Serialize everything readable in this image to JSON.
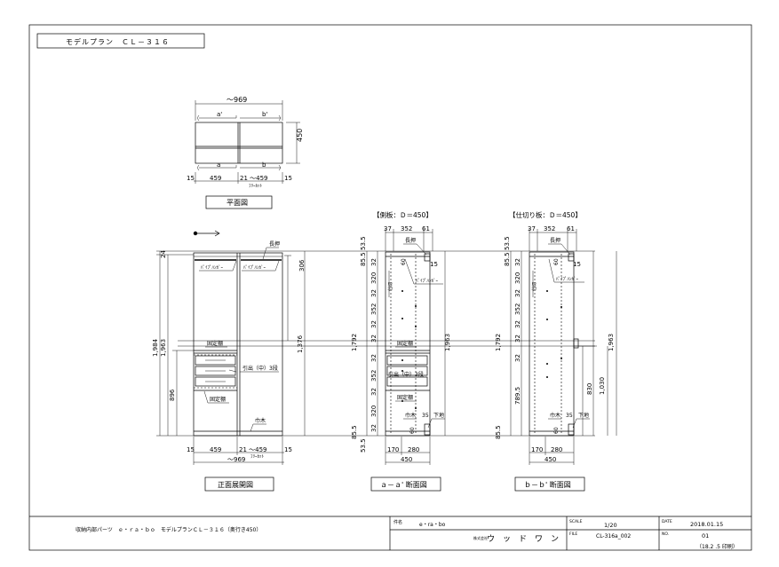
{
  "model_plan": "モデルプラン　ＣＬ－３１６",
  "plan": {
    "width_label": "～969",
    "sec_a_top": "a'",
    "sec_b_top": "b'",
    "sec_a_bot": "a",
    "sec_b_bot": "b",
    "depth_label": "450",
    "dim_15_left": "15",
    "dim_459": "459",
    "dim_21_459": "21 ～459",
    "dim_15_right": "15",
    "free_cut": "ﾌﾘｰｶｯﾄ",
    "caption": "平面図"
  },
  "side_panel_title": "【側板：Ｄ＝450】",
  "partition_title": "【仕切り板：Ｄ＝450】",
  "front": {
    "dim_left_24": "24",
    "dim_1984": "1,984",
    "dim_1963": "1,963",
    "dim_896": "896",
    "dim_1376": "1,376",
    "dim_306": "306",
    "nageshi": "長押",
    "pipe_hanger_1": "ﾊﾟｲﾌﾟﾊﾝｶﾞｰ",
    "pipe_hanger_2": "ﾊﾟｲﾌﾟﾊﾝｶﾞｰ",
    "shelf_support_1": "固定棚",
    "shelf_support_2": "固定棚",
    "drawer": "引出（中）3段",
    "habaki": "巾木",
    "dim_15_left": "15",
    "dim_459": "459",
    "dim_21_459": "21 ～459",
    "dim_15_right": "15",
    "free_cut": "ﾌﾘｰｶｯﾄ",
    "total": "～969",
    "caption": "正面展開図"
  },
  "section_a": {
    "top_37": "37",
    "top_352": "352",
    "top_61": "61",
    "nageshi": "長押",
    "dim_15": "15",
    "pipe_hanger": "ﾊﾟｲﾌﾟﾊﾝｶﾞｰ",
    "left_dims": [
      "53.5",
      "85.5",
      "32",
      "320",
      "32",
      "352",
      "32",
      "32",
      "32",
      "352",
      "32",
      "320",
      "32",
      "85.5",
      "53.5"
    ],
    "dim_1792": "1,792",
    "dim_1963": "1,963",
    "dim_60": "60",
    "shelf_1": "固定棚",
    "shelf_2": "固定棚",
    "drawer": "引出（中）3段",
    "habaki": "巾木",
    "dim_35": "35",
    "shitaji": "下地",
    "bot_170": "170",
    "bot_280": "280",
    "bot_450": "450",
    "caption": "ａ－ａ' 断面図"
  },
  "section_b": {
    "top_37": "37",
    "top_352": "352",
    "top_61": "61",
    "nageshi": "長押",
    "dim_15": "15",
    "pipe_hanger": "ﾊﾟｲﾌﾟﾊﾝｶﾞｰ",
    "left_dims": [
      "53.5",
      "85.5",
      "32",
      "320",
      "32",
      "352",
      "32",
      "32",
      "32",
      "789.5",
      "85.5"
    ],
    "dim_1792": "1,792",
    "dim_1963": "1,963",
    "dim_1030": "1,030",
    "dim_830": "830",
    "dim_60": "60",
    "habaki": "巾木",
    "dim_35": "35",
    "shitaji": "下地",
    "bot_170": "170",
    "bot_280": "280",
    "bot_450": "450",
    "caption": "ｂ－ｂ' 断面図"
  },
  "title_block": {
    "description": "収納内部パーツ　ｅ・ｒａ・ｂｏ　モデルプランＣＬ－３１６（奥行き450）",
    "kenmei_label": "件名",
    "kenmei_value": "e・ra・bo",
    "company_label": "株式会社",
    "company": "ウ　ッ　ド　ワ　ン",
    "scale_label": "SCALE",
    "scale": "1/20",
    "date_label": "DATE",
    "date": "2018.01.15",
    "file_label": "FILE",
    "file": "CL-316a_002",
    "no_label": "NO.",
    "no": "01",
    "revision": "（18.2 .5 印刷）"
  }
}
